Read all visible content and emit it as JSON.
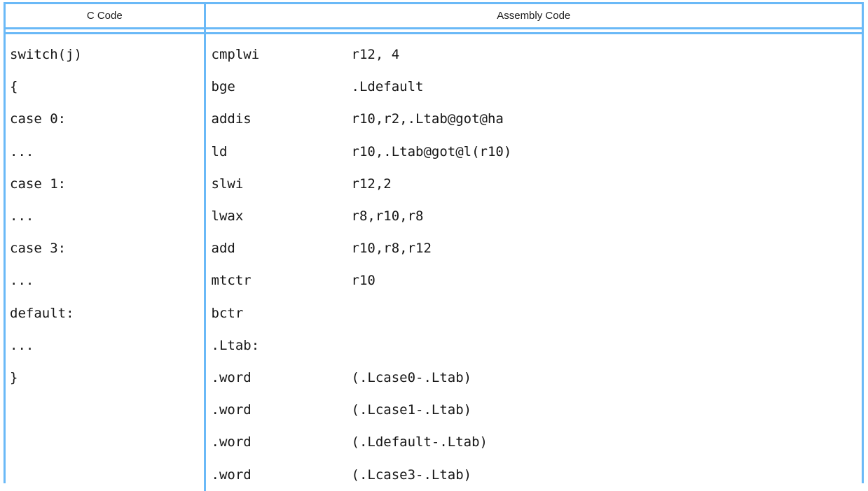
{
  "table": {
    "headers": {
      "c_code": "C Code",
      "assembly_code": "Assembly Code"
    },
    "c_code_lines": [
      "switch(j)",
      "{",
      "case 0:",
      "...",
      "case 1:",
      "...",
      "case 3:",
      "...",
      "default:",
      "...",
      "}"
    ],
    "assembly_lines": [
      {
        "mnemonic": "cmplwi",
        "operand": "r12, 4"
      },
      {
        "mnemonic": "bge",
        "operand": ".Ldefault"
      },
      {
        "mnemonic": "addis",
        "operand": "r10,r2,.Ltab@got@ha"
      },
      {
        "mnemonic": "ld",
        "operand": "r10,.Ltab@got@l(r10)"
      },
      {
        "mnemonic": "slwi",
        "operand": "r12,2"
      },
      {
        "mnemonic": "lwax",
        "operand": "r8,r10,r8"
      },
      {
        "mnemonic": "add",
        "operand": "r10,r8,r12"
      },
      {
        "mnemonic": "mtctr",
        "operand": "r10"
      },
      {
        "mnemonic": "bctr",
        "operand": ""
      },
      {
        "mnemonic": ".Ltab:",
        "operand": ""
      },
      {
        "mnemonic": ".word",
        "operand": "(.Lcase0-.Ltab)"
      },
      {
        "mnemonic": ".word",
        "operand": "(.Lcase1-.Ltab)"
      },
      {
        "mnemonic": ".word",
        "operand": "(.Ldefault-.Ltab)"
      },
      {
        "mnemonic": ".word",
        "operand": "(.Lcase3-.Ltab)"
      }
    ],
    "colors": {
      "rule": "#6ab9f7",
      "text": "#161616",
      "background": "#ffffff"
    }
  }
}
